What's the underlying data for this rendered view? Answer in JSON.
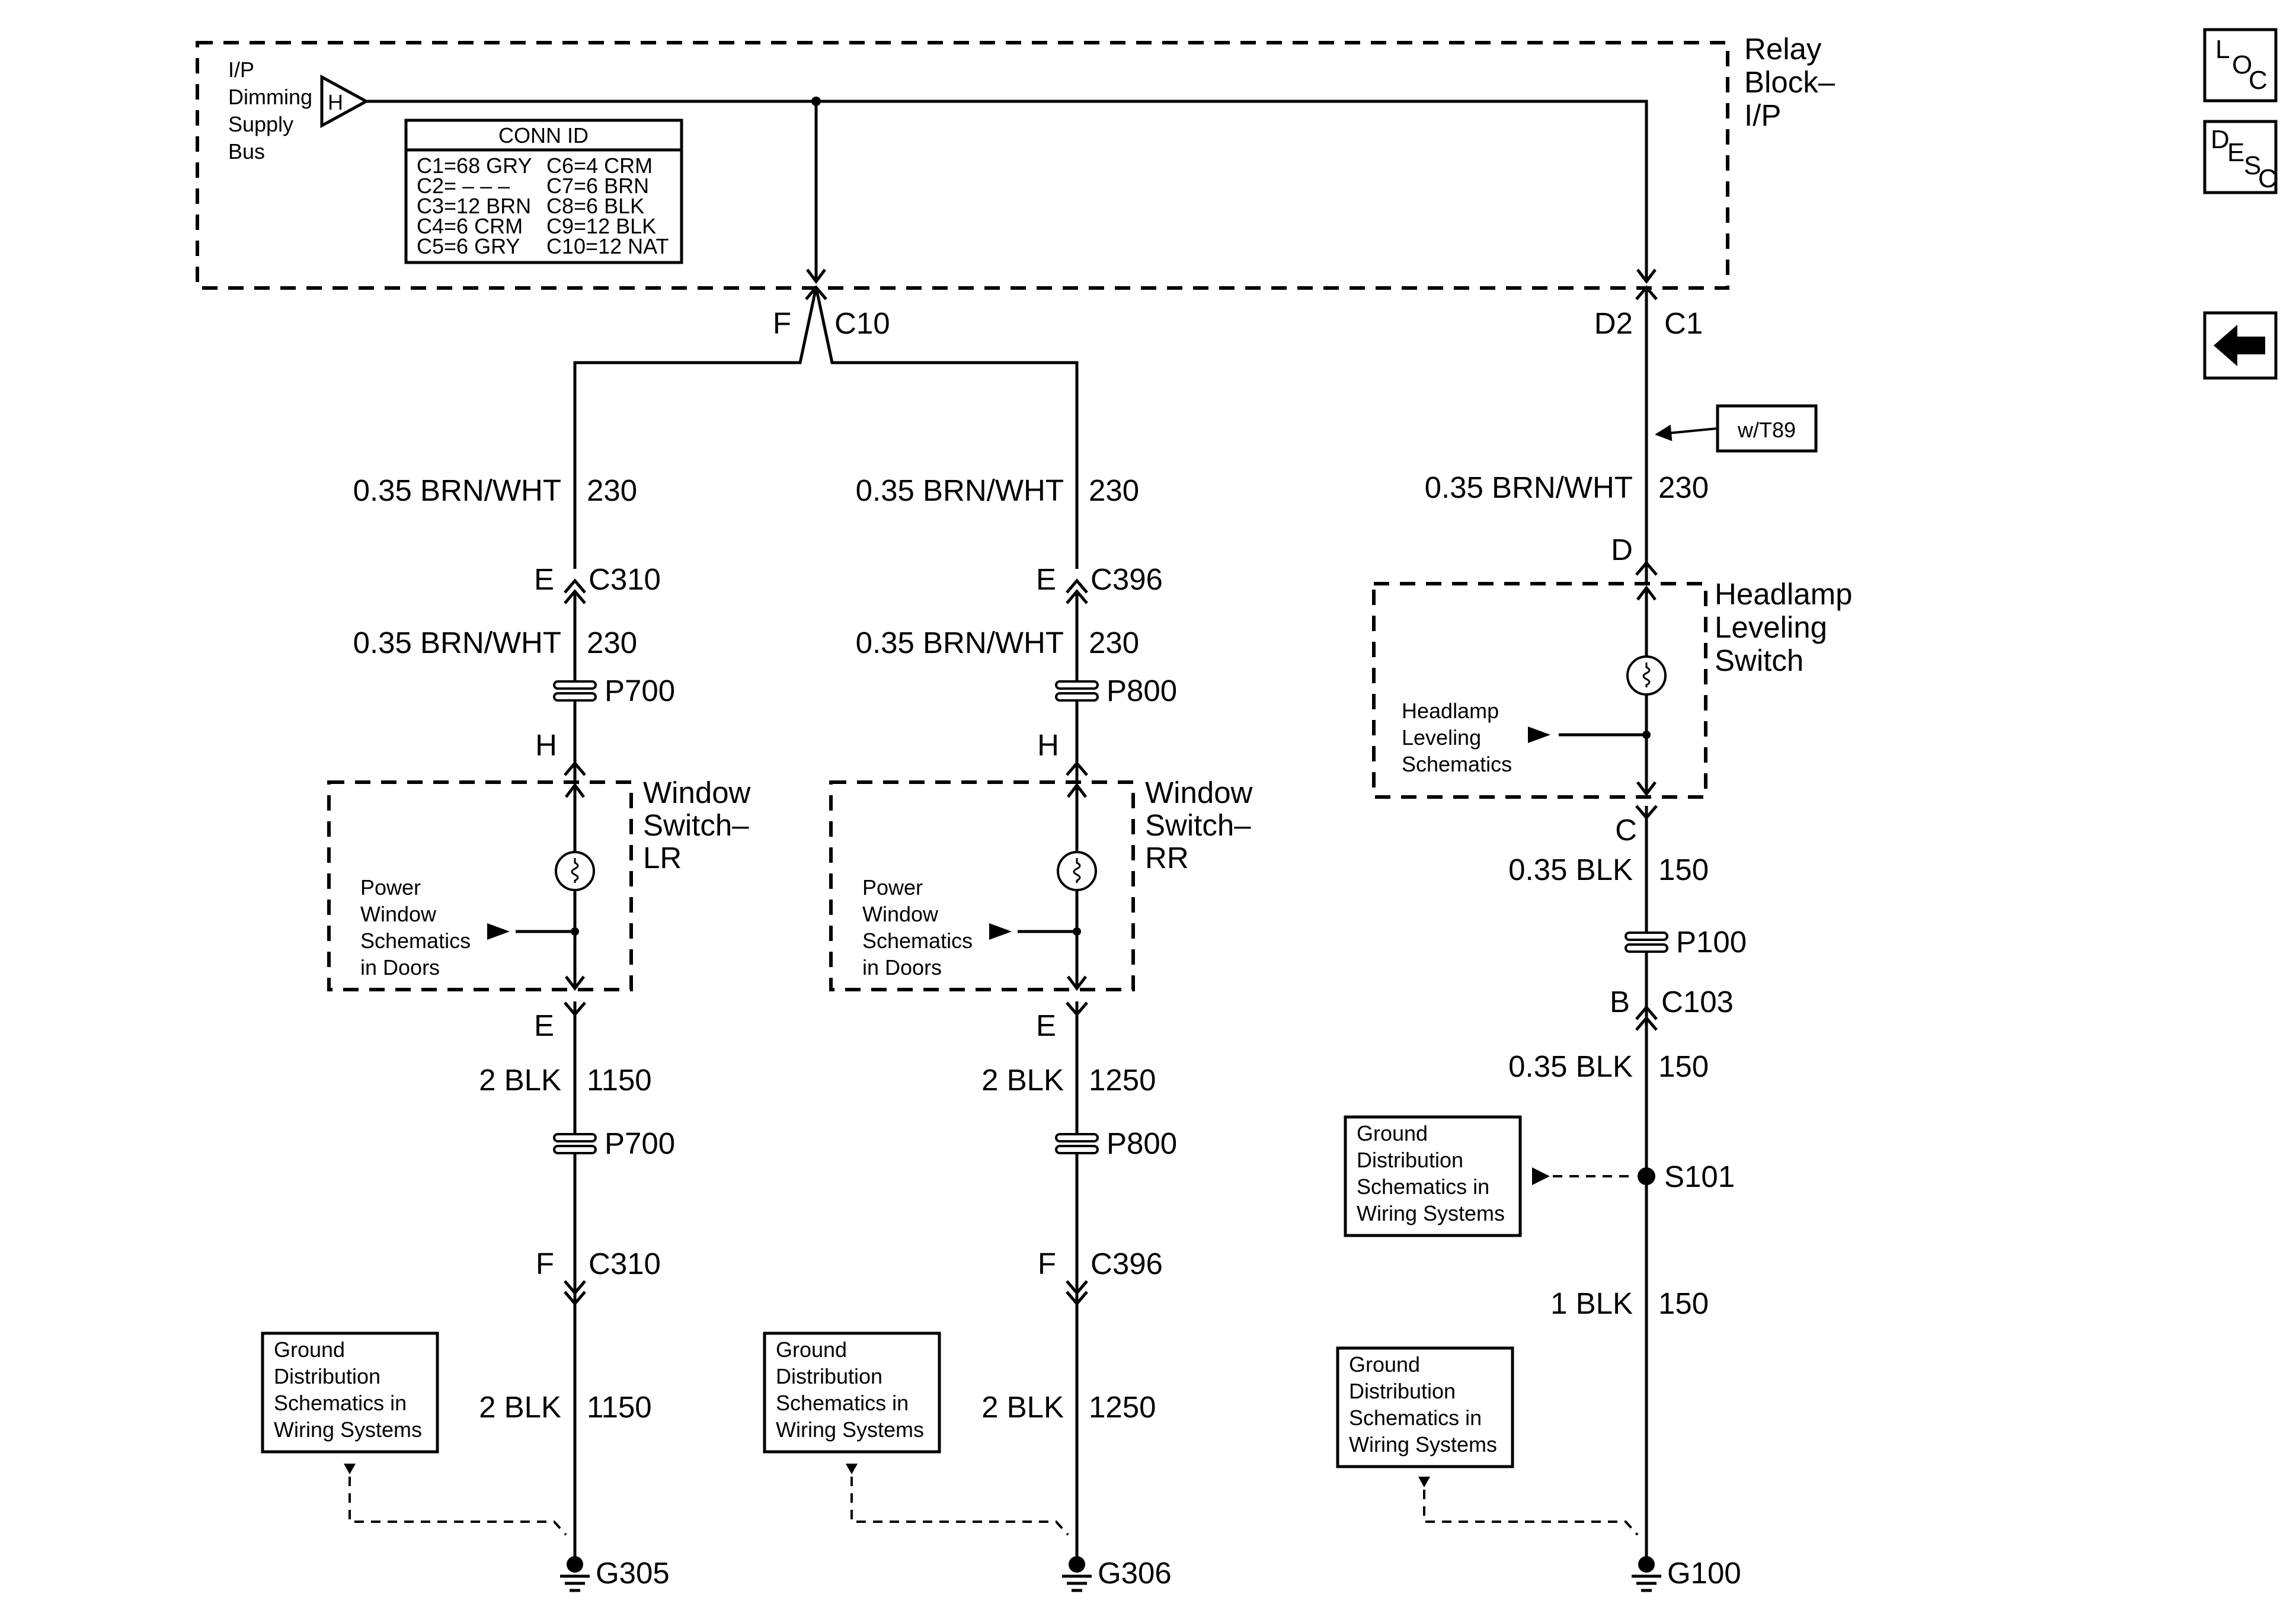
{
  "relay_block": {
    "title_l1": "Relay",
    "title_l2": "Block–",
    "title_l3": "I/P"
  },
  "supply_bus": {
    "l1": "I/P",
    "l2": "Dimming",
    "l3": "Supply",
    "l4": "Bus",
    "symbol": "H"
  },
  "conn_id": {
    "title": "CONN ID",
    "left": [
      "C1=68 GRY",
      "C2= – – –",
      "C3=12 BRN",
      "C4=6 CRM",
      "C5=6 GRY"
    ],
    "right": [
      "C6=4 CRM",
      "C7=6 BRN",
      "C8=6 BLK",
      "C9=12 BLK",
      "C10=12 NAT"
    ]
  },
  "nav": {
    "loc": [
      "L",
      "O",
      "C"
    ],
    "desc": [
      "D",
      "E",
      "S",
      "C"
    ],
    "back": "back-arrow-icon"
  },
  "top_conn": {
    "left_pin": "F",
    "left_conn": "C10",
    "right_pin": "D2",
    "right_conn": "C1"
  },
  "option_tag": "w/T89",
  "lr": {
    "wire1": "0.35 BRN/WHT",
    "circ1": "230",
    "conn1_pin": "E",
    "conn1": "C310",
    "wire2": "0.35 BRN/WHT",
    "circ2": "230",
    "splice1": "P700",
    "pin_h": "H",
    "title_l1": "Window",
    "title_l2": "Switch–",
    "title_l3": "LR",
    "ref_l1": "Power",
    "ref_l2": "Window",
    "ref_l3": "Schematics",
    "ref_l4": "in Doors",
    "pin_e": "E",
    "wire3": "2 BLK",
    "circ3": "1150",
    "splice2": "P700",
    "conn2_pin": "F",
    "conn2": "C310",
    "wire4": "2 BLK",
    "circ4": "1150",
    "ground": "G305",
    "gnd_ref": [
      "Ground",
      "Distribution",
      "Schematics in",
      "Wiring Systems"
    ]
  },
  "rr": {
    "wire1": "0.35 BRN/WHT",
    "circ1": "230",
    "conn1_pin": "E",
    "conn1": "C396",
    "wire2": "0.35 BRN/WHT",
    "circ2": "230",
    "splice1": "P800",
    "pin_h": "H",
    "title_l1": "Window",
    "title_l2": "Switch–",
    "title_l3": "RR",
    "ref_l1": "Power",
    "ref_l2": "Window",
    "ref_l3": "Schematics",
    "ref_l4": "in Doors",
    "pin_e": "E",
    "wire3": "2 BLK",
    "circ3": "1250",
    "splice2": "P800",
    "conn2_pin": "F",
    "conn2": "C396",
    "wire4": "2 BLK",
    "circ4": "1250",
    "ground": "G306",
    "gnd_ref": [
      "Ground",
      "Distribution",
      "Schematics in",
      "Wiring Systems"
    ]
  },
  "hl": {
    "wire1": "0.35 BRN/WHT",
    "circ1": "230",
    "pin_d": "D",
    "title_l1": "Headlamp",
    "title_l2": "Leveling",
    "title_l3": "Switch",
    "ref_l1": "Headlamp",
    "ref_l2": "Leveling",
    "ref_l3": "Schematics",
    "pin_c": "C",
    "wire2": "0.35 BLK",
    "circ2": "150",
    "splice1": "P100",
    "conn_pin": "B",
    "conn": "C103",
    "wire3": "0.35 BLK",
    "circ3": "150",
    "splice_s": "S101",
    "splice_ref": [
      "Ground",
      "Distribution",
      "Schematics in",
      "Wiring Systems"
    ],
    "wire4": "1 BLK",
    "circ4": "150",
    "ground": "G100",
    "gnd_ref": [
      "Ground",
      "Distribution",
      "Schematics in",
      "Wiring Systems"
    ]
  }
}
